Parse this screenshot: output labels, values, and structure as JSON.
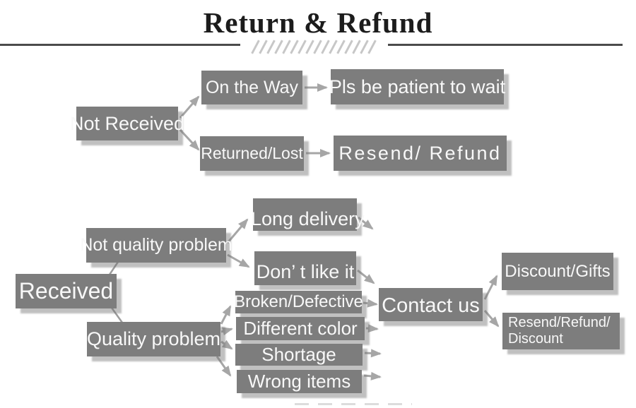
{
  "title": "Return & Refund",
  "colors": {
    "background": "#ffffff",
    "box_fill": "#7d7d7d",
    "box_text": "#f8f8f8",
    "arrow": "#a6a6a6",
    "connector_line": "#9c9c9c",
    "title_text": "#1c1c1c",
    "divider_line": "#4b4b4b",
    "hatch": "#c7c7c7"
  },
  "nodes": [
    {
      "id": "not_received",
      "label": "Not Received"
    },
    {
      "id": "on_the_way",
      "label": "On the Way"
    },
    {
      "id": "returned_lost",
      "label": "Returned/Lost"
    },
    {
      "id": "pls_wait",
      "label": "Pls be patient to wait"
    },
    {
      "id": "resend_refund",
      "label": "Resend/ Refund"
    },
    {
      "id": "received",
      "label": "Received"
    },
    {
      "id": "not_quality",
      "label": "Not quality problem"
    },
    {
      "id": "long_delivery",
      "label": "Long delivery"
    },
    {
      "id": "dont_like",
      "label": "Don’ t like it"
    },
    {
      "id": "quality",
      "label": "Quality problem"
    },
    {
      "id": "broken",
      "label": "Broken/Defective"
    },
    {
      "id": "different_color",
      "label": "Different color"
    },
    {
      "id": "shortage",
      "label": "Shortage"
    },
    {
      "id": "wrong_items",
      "label": "Wrong items"
    },
    {
      "id": "contact_us",
      "label": "Contact us"
    },
    {
      "id": "discount_gifts",
      "label": "Discount/Gifts"
    },
    {
      "id": "resend_refund_discount",
      "label": "Resend/Refund/\nDiscount"
    }
  ],
  "edges": [
    {
      "from": "not_received",
      "to": "on_the_way",
      "arrowhead": true
    },
    {
      "from": "not_received",
      "to": "returned_lost",
      "arrowhead": true
    },
    {
      "from": "on_the_way",
      "to": "pls_wait",
      "arrowhead": true
    },
    {
      "from": "returned_lost",
      "to": "resend_refund",
      "arrowhead": true
    },
    {
      "from": "received",
      "to": "not_quality",
      "arrowhead": false
    },
    {
      "from": "received",
      "to": "quality",
      "arrowhead": false
    },
    {
      "from": "not_quality",
      "to": "long_delivery",
      "arrowhead": true
    },
    {
      "from": "not_quality",
      "to": "dont_like",
      "arrowhead": true
    },
    {
      "from": "long_delivery",
      "to": "contact_us",
      "arrowhead": true
    },
    {
      "from": "dont_like",
      "to": "contact_us",
      "arrowhead": true
    },
    {
      "from": "quality",
      "to": "broken",
      "arrowhead": true
    },
    {
      "from": "quality",
      "to": "different_color",
      "arrowhead": true
    },
    {
      "from": "quality",
      "to": "shortage",
      "arrowhead": true
    },
    {
      "from": "quality",
      "to": "wrong_items",
      "arrowhead": true
    },
    {
      "from": "broken",
      "to": "contact_us",
      "arrowhead": true
    },
    {
      "from": "different_color",
      "to": "contact_us",
      "arrowhead": true
    },
    {
      "from": "shortage",
      "to": "contact_us",
      "arrowhead": true
    },
    {
      "from": "wrong_items",
      "to": "contact_us",
      "arrowhead": true
    },
    {
      "from": "contact_us",
      "to": "discount_gifts",
      "arrowhead": true
    },
    {
      "from": "contact_us",
      "to": "resend_refund_discount",
      "arrowhead": true
    }
  ]
}
